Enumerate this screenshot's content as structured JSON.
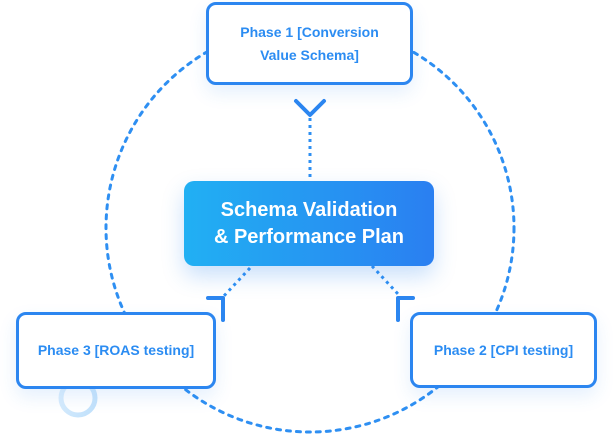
{
  "diagram": {
    "center": {
      "line1": "Schema Validation",
      "line2": "& Performance Plan"
    },
    "phases": [
      {
        "line1": "Phase 1 [Conversion",
        "line2": "Value Schema]"
      },
      {
        "label": "Phase 2 [CPI testing]"
      },
      {
        "label": "Phase 3 [ROAS testing]"
      }
    ]
  },
  "colors": {
    "accent": "#2c86f0",
    "text_blue": "#2b8cf2",
    "gradient_start": "#21b0f3",
    "gradient_end": "#2a7ff1",
    "dotted_line": "#2e8ff2",
    "ring_decoration": "#cfe6fb"
  }
}
